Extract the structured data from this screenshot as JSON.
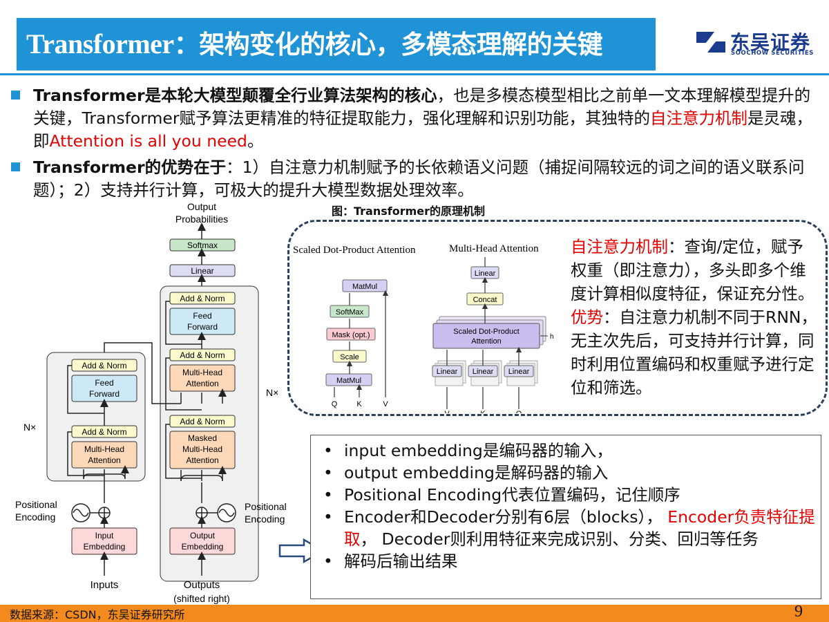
{
  "header": {
    "title_en": "Transformer",
    "title_zh": "：架构变化的核心，多模态理解的关键",
    "logo_name": "东吴证券",
    "logo_sub": "SOOCHOW SECURITIES"
  },
  "bullets": [
    {
      "bold": "Transformer是本轮大模型颠覆全行业算法架构的核心",
      "text1": "，也是多模态模型相比之前单一文本理解模型提升的关键，Transformer赋予算法更精准的特征提取能力，强化理解和识别功能，其独特的",
      "red1": "自注意力机制",
      "text2": "是灵魂，即",
      "red2": "Attention is all you need",
      "text3": "。"
    },
    {
      "bold": "Transformer的优势在于",
      "text1": "：1）自注意力机制赋予的长依赖语义问题（捕捉间隔较远的词之间的语义联系问题）；2）支持并行计算，可极大的提升大模型数据处理效率。"
    }
  ],
  "figure": {
    "caption": "图：Transformer的原理机制",
    "transformer": {
      "output_probabilities": [
        "Output",
        "Probabilities"
      ],
      "softmax": "Softmax",
      "linear": "Linear",
      "add_norm": "Add & Norm",
      "feed_forward": [
        "Feed",
        "Forward"
      ],
      "multi_head_attention": [
        "Multi-Head",
        "Attention"
      ],
      "masked_multi_head_attention": [
        "Masked",
        "Multi-Head",
        "Attention"
      ],
      "nx": "N×",
      "positional_encoding": [
        "Positional",
        "Encoding"
      ],
      "input_embedding": [
        "Input",
        "Embedding"
      ],
      "output_embedding": [
        "Output",
        "Embedding"
      ],
      "inputs": "Inputs",
      "outputs": [
        "Outputs",
        "(shifted right)"
      ]
    },
    "sdpa": {
      "title": "Scaled Dot-Product Attention",
      "matmul": "MatMul",
      "softmax": "SoftMax",
      "mask": "Mask (opt.)",
      "scale": "Scale",
      "q": "Q",
      "k": "K",
      "v": "V"
    },
    "mha": {
      "title": "Multi-Head Attention",
      "linear": "Linear",
      "concat": "Concat",
      "sdpa": [
        "Scaled Dot-Product",
        "Attention"
      ],
      "h": "h",
      "v": "V",
      "k": "K",
      "q": "Q"
    }
  },
  "annotation": {
    "self_attention_label": "自注意力机制",
    "self_attention_text": "：查询/定位，赋予权重（即注意力），多头即多个维度计算相似度特征，保证充分性。",
    "advantage_label": "优势",
    "advantage_text": "：自注意力机制不同于RNN，无主次先后，可支持并行计算，同时利用位置编码和权重赋予进行定位和筛选。"
  },
  "info": {
    "items": [
      {
        "text": "input embedding是编码器的输入，"
      },
      {
        "text": "output embedding是解码器的输入"
      },
      {
        "text": "Positional Encoding代表位置编码，记住顺序"
      },
      {
        "text": "Encoder和Decoder分别有6层（blocks）， ",
        "red": "Encoder负责特征提取",
        "text2": "， Decoder则利用特征来完成识别、分类、回归等任务"
      },
      {
        "text": "解码后输出结果"
      }
    ],
    "bullet_glyph": "•"
  },
  "footer": {
    "source": "数据来源：CSDN，东吴证券研究所",
    "page": "9"
  },
  "colors": {
    "brand_blue": "#1f93d6",
    "footer_orange": "#f28a1e",
    "highlight_red": "#e60000"
  }
}
